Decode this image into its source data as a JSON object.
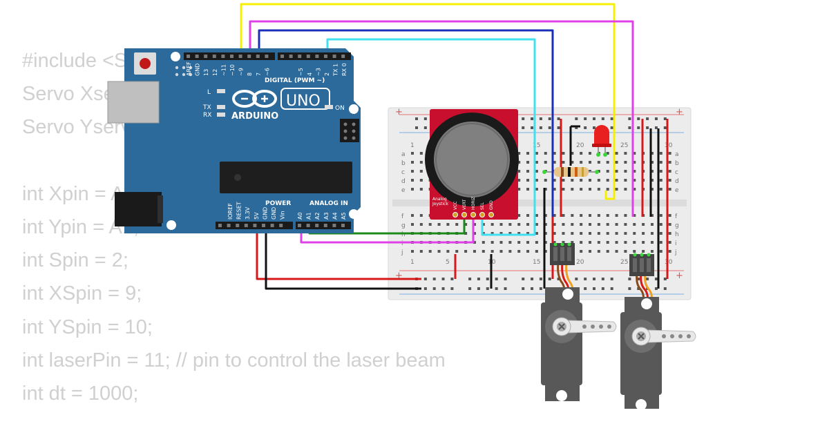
{
  "code_lines": [
    "#include <Servo.h>",
    "Servo Xservo;",
    "Servo Yservo;",
    "",
    "int Xpin = A0;",
    "int Ypin = A1;",
    "int Spin = 2;",
    "int XSpin = 9;",
    "int YSpin = 10;",
    "int laserPin = 11; // pin to control the laser beam",
    "int dt = 1000;"
  ],
  "arduino": {
    "brand": "ARDUINO",
    "model": "UNO",
    "digital_label": "DIGITAL (PWM ~)",
    "power_label": "POWER",
    "analog_label": "ANALOG IN",
    "on_label": "ON",
    "led_labels": [
      "L",
      "TX",
      "RX"
    ],
    "digital_pins": [
      "AREF",
      "GND",
      "13",
      "12",
      "~11",
      "~10",
      "~9",
      "8",
      "7",
      "~6",
      "~5",
      "4",
      "~3",
      "2",
      "TX 1",
      "RX 0"
    ],
    "power_pins": [
      "IOREF",
      "RESET",
      "3.3V",
      "5V",
      "GND",
      "GND",
      "Vin"
    ],
    "analog_pins": [
      "A0",
      "A1",
      "A2",
      "A3",
      "A4",
      "A5"
    ]
  },
  "joystick": {
    "label_line1": "Analog",
    "label_line2": "Joystick",
    "pins": [
      "VCC",
      "VERT",
      "HORIZ",
      "SEL",
      "GND"
    ]
  },
  "breadboard": {
    "row_letters_top": [
      "a",
      "b",
      "c",
      "d",
      "e"
    ],
    "row_letters_bottom": [
      "f",
      "g",
      "h",
      "i",
      "j"
    ],
    "column_numbers": [
      "1",
      "5",
      "10",
      "15",
      "20",
      "25",
      "30"
    ],
    "top_column_numbers": [
      "1",
      "15",
      "20",
      "25",
      "30"
    ],
    "rail_plus": "+"
  },
  "colors": {
    "board_blue": "#2b6a9a",
    "wire_yellow": "#f4f000",
    "wire_magenta": "#e040e8",
    "wire_blue": "#1a2fb8",
    "wire_cyan": "#40e0f0",
    "wire_green": "#1a8a1a",
    "wire_red": "#d81818",
    "wire_black": "#111111",
    "joystick_red": "#c8102e",
    "servo_gray": "#585858",
    "led_red": "#e82020"
  }
}
